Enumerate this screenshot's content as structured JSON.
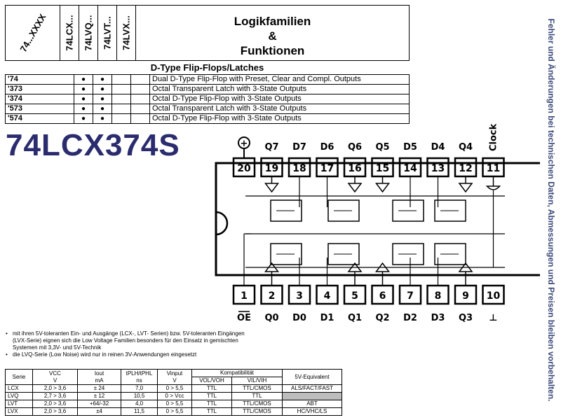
{
  "header": {
    "columns": [
      "74...XXXX",
      "74LCX...",
      "74LVQ...",
      "74LVT...",
      "74LVX..."
    ],
    "title_line1": "Logikfamilien",
    "title_line2": "&",
    "title_line3": "Funktionen"
  },
  "section": {
    "title": "D-Type Flip-Flops/Latches"
  },
  "functions": [
    {
      "part": "'74",
      "lcx": "●",
      "lvq": "●",
      "lvt": "",
      "lvx": "",
      "desc": "Dual D-Type Flip-Flop with Preset, Clear and Compl. Outputs"
    },
    {
      "part": "'373",
      "lcx": "●",
      "lvq": "●",
      "lvt": "",
      "lvx": "",
      "desc": "Octal Transparent Latch with 3-State Outputs"
    },
    {
      "part": "'374",
      "lcx": "●",
      "lvq": "●",
      "lvt": "",
      "lvx": "",
      "desc": "Octal D-Type Flip-Flop with 3-State Outputs"
    },
    {
      "part": "'573",
      "lcx": "●",
      "lvq": "●",
      "lvt": "",
      "lvx": "",
      "desc": "Octal Transparent Latch with 3-State Outputs"
    },
    {
      "part": "'574",
      "lcx": "●",
      "lvq": "●",
      "lvt": "",
      "lvx": "",
      "desc": "Octal D-Type Flip-Flop with 3-State Outputs"
    }
  ],
  "part_number": "74LCX374S",
  "side_note": "Fehler und Änderungen bei technischen Daten, Abmessungen und Preisen bleiben vorbehalten.",
  "pinout": {
    "top_pins": [
      {
        "num": "20",
        "label": "+"
      },
      {
        "num": "19",
        "label": "Q7"
      },
      {
        "num": "18",
        "label": "D7"
      },
      {
        "num": "17",
        "label": "D6"
      },
      {
        "num": "16",
        "label": "Q6"
      },
      {
        "num": "15",
        "label": "Q5"
      },
      {
        "num": "14",
        "label": "D5"
      },
      {
        "num": "13",
        "label": "D4"
      },
      {
        "num": "12",
        "label": "Q4"
      },
      {
        "num": "11",
        "label": "Clock"
      }
    ],
    "bottom_pins": [
      {
        "num": "1",
        "label": "OE"
      },
      {
        "num": "2",
        "label": "Q0"
      },
      {
        "num": "3",
        "label": "D0"
      },
      {
        "num": "4",
        "label": "D1"
      },
      {
        "num": "5",
        "label": "Q1"
      },
      {
        "num": "6",
        "label": "Q2"
      },
      {
        "num": "7",
        "label": "D2"
      },
      {
        "num": "8",
        "label": "D3"
      },
      {
        "num": "9",
        "label": "Q3"
      },
      {
        "num": "10",
        "label": "⊥"
      }
    ]
  },
  "notes": {
    "line1": "mit ihren 5V-toleranten Ein- und Ausgänge (LCX-, LVT- Serien) bzw. 5V-toleranten Eingängen",
    "line2": "(LVX-Serie) eignen sich die Low Voltage Familien besonders für den Einsatz in gemischten",
    "line3": "Systemen mit 3,3V- und 5V-Technik",
    "line4": "die LVQ-Serie (Low Noise) wird nur in reinen 3V-Anwendungen eingesetzt",
    "bullet": "•"
  },
  "spec_table": {
    "headers": {
      "serie": "Serie",
      "vcc": "VCC",
      "vcc_unit": "V",
      "iout": "Iout",
      "iout_unit": "mA",
      "tplh": "tPLH/tPHL",
      "tplh_unit": "ns",
      "vinput": "Vinput",
      "vinput_unit": "V",
      "kompat": "Kompatibilität",
      "vol": "VOL/VOH",
      "vil": "VIL/VIH",
      "equiv": "5V-Equivalent"
    },
    "rows": [
      {
        "serie": "LCX",
        "vcc": "2,0 > 3,6",
        "iout": "± 24",
        "tplh": "7,0",
        "vinput": "0 > 5,5",
        "vol": "TTL",
        "vil": "TTL/CMOS",
        "equiv": "ALS/FACT/FAST",
        "grey": false
      },
      {
        "serie": "LVQ",
        "vcc": "2,7 > 3,6",
        "iout": "± 12",
        "tplh": "10,5",
        "vinput": "0 > Vcc",
        "vol": "TTL",
        "vil": "TTL",
        "equiv": "",
        "grey": true
      },
      {
        "serie": "LVT",
        "vcc": "2,0 > 3,6",
        "iout": "+64/-32",
        "tplh": "4,0",
        "vinput": "0 > 5,5",
        "vol": "TTL",
        "vil": "TTL/CMOS",
        "equiv": "ABT",
        "grey": false
      },
      {
        "serie": "LVX",
        "vcc": "2,0 > 3,6",
        "iout": "±4",
        "tplh": "11,5",
        "vinput": "0 > 5,5",
        "vol": "TTL",
        "vil": "TTL/CMOS",
        "equiv": "HC/VHC/LS",
        "grey": false
      }
    ]
  }
}
